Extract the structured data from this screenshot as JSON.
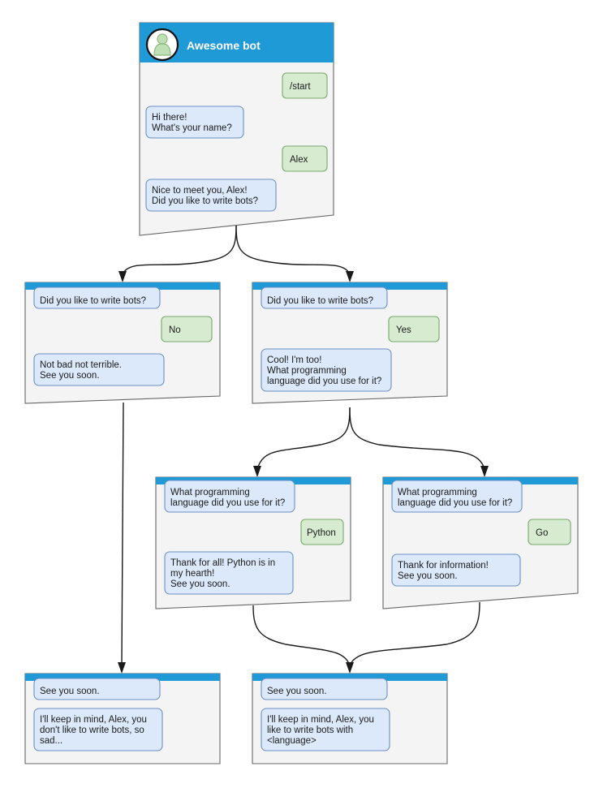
{
  "diagram": {
    "title": "Awesome bot conversation flow",
    "colors": {
      "header_blue": "#1f9ad6",
      "card_body": "#f4f4f4",
      "card_border": "#666666",
      "bot_bubble_fill": "#dce9fa",
      "bot_bubble_border": "#6b8fc4",
      "user_bubble_fill": "#d7ebd0",
      "user_bubble_border": "#79a86b",
      "connector": "#1a1a1a",
      "avatar_person": "#bfe0b4"
    }
  },
  "cards": [
    {
      "id": "root",
      "header_title": "Awesome bot",
      "has_avatar": true,
      "messages": [
        {
          "role": "user",
          "lines": [
            "/start"
          ]
        },
        {
          "role": "bot",
          "lines": [
            "Hi there!",
            "What's your name?"
          ]
        },
        {
          "role": "user",
          "lines": [
            "Alex"
          ]
        },
        {
          "role": "bot",
          "lines": [
            "Nice to meet you, Alex!",
            "Did you like to write bots?"
          ]
        }
      ]
    },
    {
      "id": "answer-no",
      "header_title": "",
      "has_avatar": false,
      "messages": [
        {
          "role": "bot",
          "lines": [
            "Did you like to write bots?"
          ]
        },
        {
          "role": "user",
          "lines": [
            "No"
          ]
        },
        {
          "role": "bot",
          "lines": [
            "Not bad not terrible.",
            "See you soon."
          ]
        }
      ]
    },
    {
      "id": "answer-yes",
      "header_title": "",
      "has_avatar": false,
      "messages": [
        {
          "role": "bot",
          "lines": [
            "Did you like to write bots?"
          ]
        },
        {
          "role": "user",
          "lines": [
            "Yes"
          ]
        },
        {
          "role": "bot",
          "lines": [
            "Cool! I'm too!",
            "What programming",
            "language did you use for it?"
          ]
        }
      ]
    },
    {
      "id": "answer-python",
      "header_title": "",
      "has_avatar": false,
      "messages": [
        {
          "role": "bot",
          "lines": [
            "What programming",
            "language did you use for it?"
          ]
        },
        {
          "role": "user",
          "lines": [
            "Python"
          ]
        },
        {
          "role": "bot",
          "lines": [
            "Thank for all! Python is in",
            "my hearth!",
            "See you soon."
          ]
        }
      ]
    },
    {
      "id": "answer-go",
      "header_title": "",
      "has_avatar": false,
      "messages": [
        {
          "role": "bot",
          "lines": [
            "What programming",
            "language did you use for it?"
          ]
        },
        {
          "role": "user",
          "lines": [
            "Go"
          ]
        },
        {
          "role": "bot",
          "lines": [
            "Thank for information!",
            "See you soon."
          ]
        }
      ]
    },
    {
      "id": "end-sad",
      "header_title": "",
      "has_avatar": false,
      "messages": [
        {
          "role": "bot",
          "lines": [
            "See you soon."
          ]
        },
        {
          "role": "bot",
          "lines": [
            "I'll keep in mind, Alex, you",
            "don't like to write bots, so",
            "sad..."
          ]
        }
      ]
    },
    {
      "id": "end-happy",
      "header_title": "",
      "has_avatar": false,
      "messages": [
        {
          "role": "bot",
          "lines": [
            "See you soon."
          ]
        },
        {
          "role": "bot",
          "lines": [
            "I'll keep in mind, Alex, you",
            "like to write bots with",
            "<language>"
          ]
        }
      ]
    }
  ],
  "text": {
    "root_title": "Awesome bot",
    "c0_m0_l0": "/start",
    "c0_m1_l0": "Hi there!",
    "c0_m1_l1": "What's your name?",
    "c0_m2_l0": "Alex",
    "c0_m3_l0": "Nice to meet you, Alex!",
    "c0_m3_l1": "Did you like to write bots?",
    "c1_m0_l0": "Did you like to write bots?",
    "c1_m1_l0": "No",
    "c1_m2_l0": "Not bad not terrible.",
    "c1_m2_l1": "See you soon.",
    "c2_m0_l0": "Did you like to write bots?",
    "c2_m1_l0": "Yes",
    "c2_m2_l0": "Cool! I'm too!",
    "c2_m2_l1": "What programming",
    "c2_m2_l2": "language did you use for it?",
    "c3_m0_l0": "What programming",
    "c3_m0_l1": "language did you use for it?",
    "c3_m1_l0": "Python",
    "c3_m2_l0": "Thank for all! Python is in",
    "c3_m2_l1": "my hearth!",
    "c3_m2_l2": "See you soon.",
    "c4_m0_l0": "What programming",
    "c4_m0_l1": "language did you use for it?",
    "c4_m1_l0": "Go",
    "c4_m2_l0": "Thank for information!",
    "c4_m2_l1": "See you soon.",
    "c5_m0_l0": "See you soon.",
    "c5_m1_l0": "I'll keep in mind, Alex, you",
    "c5_m1_l1": "don't like to write bots, so",
    "c5_m1_l2": "sad...",
    "c6_m0_l0": "See you soon.",
    "c6_m1_l0": "I'll keep in mind, Alex, you",
    "c6_m1_l1": "like to write bots with",
    "c6_m1_l2": "<language>"
  }
}
